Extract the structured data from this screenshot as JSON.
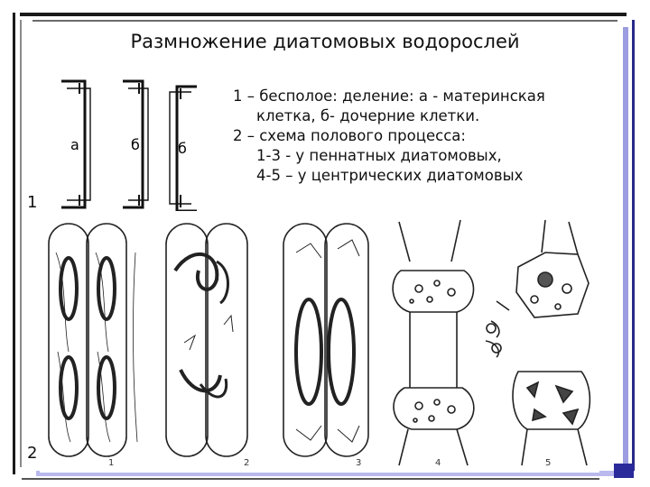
{
  "title": "Размножение диатомовых водорослей",
  "figure_labels": {
    "one": "1",
    "two": "2"
  },
  "division": {
    "mother": "а",
    "daughter1": "б",
    "daughter2": "б"
  },
  "description": [
    "1 – бесполое: деление: а - материнская",
    "клетка, б- дочерние клетки.",
    "2 – схема полового процесса:",
    "1-3 - у пеннатных диатомовых,",
    "4-5 – у центрических диатомовых"
  ],
  "panel_numbers": [
    "1",
    "2",
    "3",
    "4",
    "5"
  ]
}
